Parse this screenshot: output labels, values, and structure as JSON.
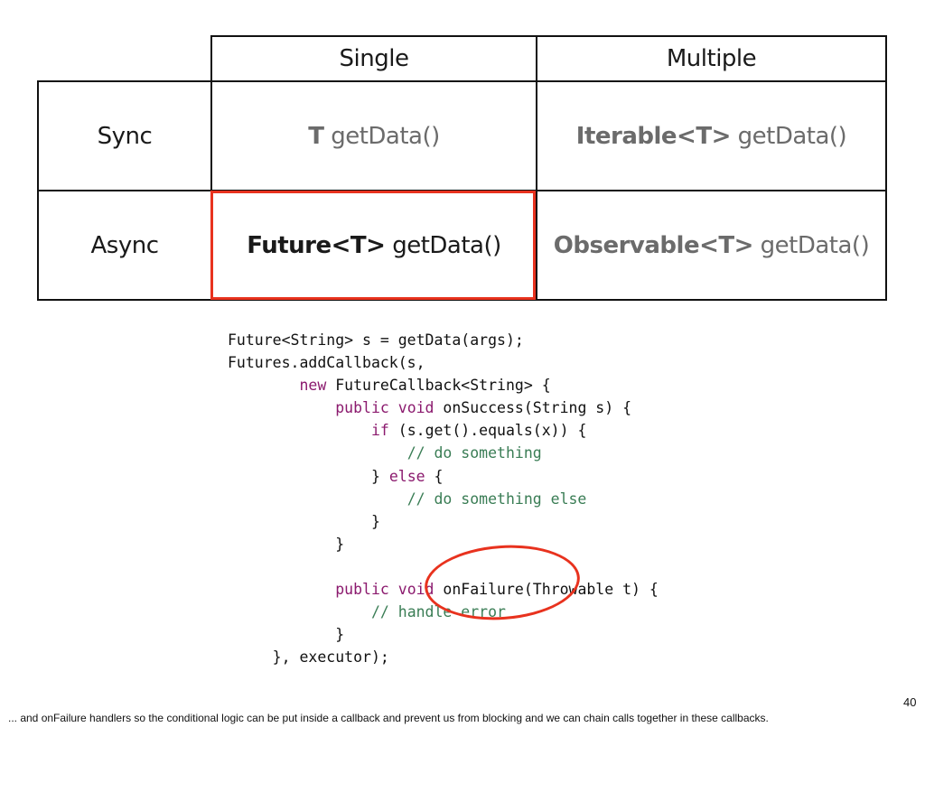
{
  "table": {
    "col_headers": [
      "Single",
      "Multiple"
    ],
    "row_headers": [
      "Sync",
      "Async"
    ],
    "cells": {
      "sync_single": {
        "type": "T",
        "method": "getData()"
      },
      "sync_multiple": {
        "type": "Iterable<T>",
        "method": "getData()"
      },
      "async_single": {
        "type": "Future<T>",
        "method": "getData()"
      },
      "async_multiple": {
        "type": "Observable<T>",
        "method": "getData()"
      }
    }
  },
  "code": {
    "l1": "Future<String> s = getData(args);",
    "l2": "Futures.addCallback(s,",
    "l3_kw": "new",
    "l3": " FutureCallback<String> {",
    "l4_kw": "public void",
    "l4": " onSuccess(String s) {",
    "l5_kw": "if",
    "l5": " (s.get().equals(x)) {",
    "l6": "// do something",
    "l7_a": "} ",
    "l7_kw": "else",
    "l7_b": " {",
    "l8": "// do something else",
    "l9": "}",
    "l10": "}",
    "l12_kw": "public void",
    "l12": " onFailure(Throwable t) {",
    "l13": "// handle error",
    "l14": "}",
    "l15": "}, executor);"
  },
  "slide": {
    "page_number": "40",
    "footnote": "... and onFailure handlers so the conditional logic can be put inside a callback and prevent us from blocking and we can chain calls together in these callbacks."
  },
  "colors": {
    "highlight": "#e8321e",
    "keyword": "#8b1a6e",
    "comment": "#3a7d55"
  }
}
